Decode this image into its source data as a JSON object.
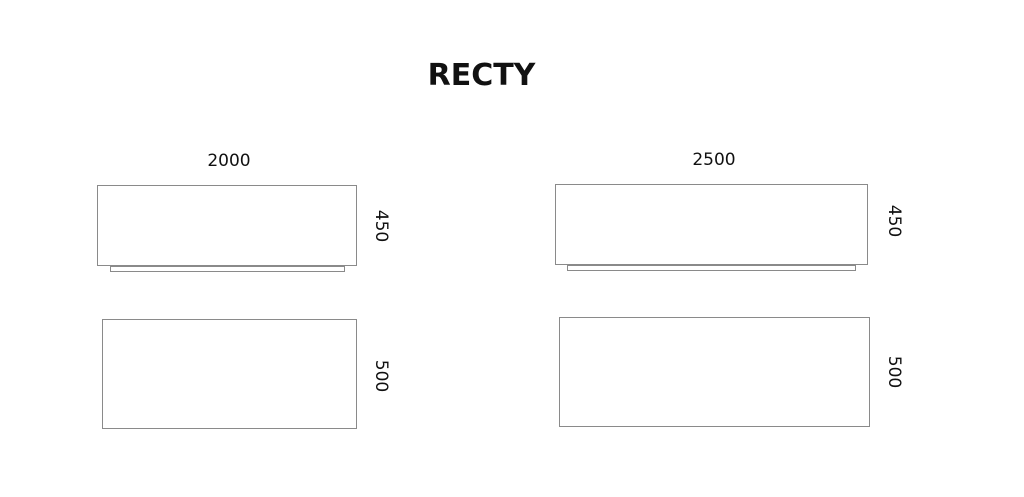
{
  "title": "RECTY",
  "left_module": {
    "width_label": "2000",
    "front_height_label": "450",
    "top_depth_label": "500"
  },
  "right_module": {
    "width_label": "2500",
    "front_height_label": "450",
    "top_depth_label": "500"
  }
}
